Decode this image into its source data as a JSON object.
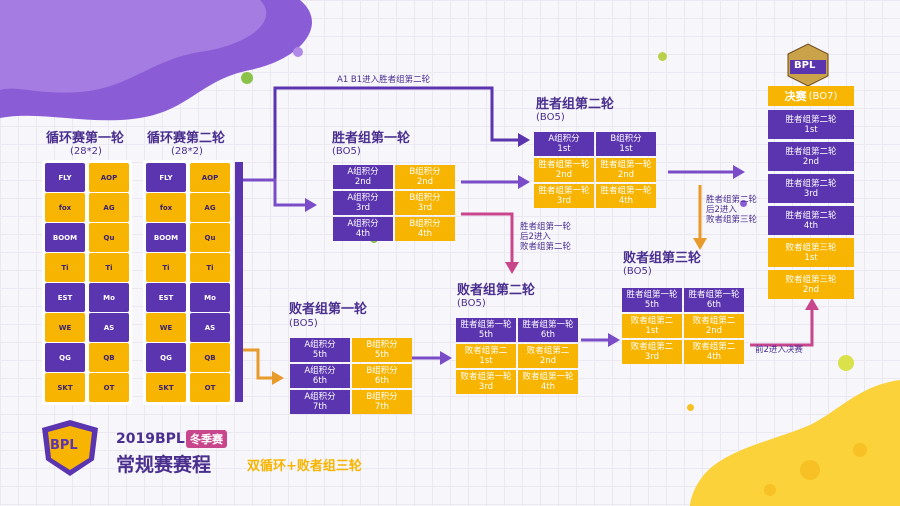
{
  "colors": {
    "purple": "#5b34b0",
    "yellow": "#f7b400",
    "pink": "#c8468c",
    "orange": "#e89a2a",
    "text": "#4a2f8f"
  },
  "round_robin_1": {
    "title": "循环赛第一轮",
    "sub": "(28*2)"
  },
  "round_robin_2": {
    "title": "循环赛第二轮",
    "sub": "(28*2)"
  },
  "teams": {
    "left": [
      "FLY",
      "fox",
      "BOOM",
      "Ti",
      "EST",
      "WE",
      "QG",
      "SKT"
    ],
    "right": [
      "AOP",
      "AG",
      "Qu",
      "Ti",
      "Mo",
      "AS",
      "QB",
      "OT"
    ]
  },
  "winners_r1": {
    "title": "胜者组第一轮",
    "sub": "(BO5)",
    "cells": [
      [
        "A组积分",
        "2nd"
      ],
      [
        "B组积分",
        "2nd"
      ],
      [
        "A组积分",
        "3rd"
      ],
      [
        "B组积分",
        "3rd"
      ],
      [
        "A组积分",
        "4th"
      ],
      [
        "B组积分",
        "4th"
      ]
    ]
  },
  "winners_r2": {
    "title": "胜者组第二轮",
    "sub": "(BO5)",
    "cells": [
      [
        "A组积分",
        "1st"
      ],
      [
        "B组积分",
        "1st"
      ],
      [
        "胜者组第一轮",
        "2nd"
      ],
      [
        "胜者组第一轮",
        "2nd"
      ],
      [
        "胜者组第一轮",
        "3rd"
      ],
      [
        "胜者组第一轮",
        "4th"
      ]
    ]
  },
  "losers_r1": {
    "title": "败者组第一轮",
    "sub": "(BO5)",
    "cells": [
      [
        "A组积分",
        "5th"
      ],
      [
        "B组积分",
        "5th"
      ],
      [
        "A组积分",
        "6th"
      ],
      [
        "B组积分",
        "6th"
      ],
      [
        "A组积分",
        "7th"
      ],
      [
        "B组积分",
        "7th"
      ]
    ]
  },
  "losers_r2": {
    "title": "败者组第二轮",
    "sub": "(BO5)",
    "cells": [
      [
        "胜者组第一轮",
        "5th"
      ],
      [
        "胜者组第一轮",
        "6th"
      ],
      [
        "败者组第二",
        "1st"
      ],
      [
        "败者组第二",
        "2nd"
      ],
      [
        "败者组第一轮",
        "3rd"
      ],
      [
        "败者组第一轮",
        "4th"
      ]
    ]
  },
  "losers_r3": {
    "title": "败者组第三轮",
    "sub": "(BO5)",
    "cells": [
      [
        "胜者组第一轮",
        "5th"
      ],
      [
        "胜者组第一轮",
        "6th"
      ],
      [
        "败者组第二",
        "1st"
      ],
      [
        "败者组第二",
        "2nd"
      ],
      [
        "败者组第二",
        "3rd"
      ],
      [
        "败者组第二",
        "4th"
      ]
    ]
  },
  "final": {
    "logo": "BPL",
    "title": "决赛",
    "sub": "(BO7)",
    "cells": [
      [
        "胜者组第二轮",
        "1st"
      ],
      [
        "胜者组第二轮",
        "2nd"
      ],
      [
        "胜者组第二轮",
        "3rd"
      ],
      [
        "胜者组第二轮",
        "4th"
      ],
      [
        "败者组第三轮",
        "1st"
      ],
      [
        "败者组第三轮",
        "2nd"
      ]
    ]
  },
  "notes": {
    "a1b1": "A1 B1进入胜者组第二轮",
    "w1_to_l2": [
      "胜者组第一轮",
      "后2进入",
      "败者组第二轮"
    ],
    "w2_to_l3": [
      "胜者组第二轮",
      "后2进入",
      "败者组第三轮"
    ],
    "l3_to_final": "前2进入决赛"
  },
  "brand": {
    "logo": "BPL",
    "season": "2019BPL",
    "badge": "冬季赛",
    "title": "常规赛赛程",
    "tagline": "双循环+败者组三轮"
  }
}
